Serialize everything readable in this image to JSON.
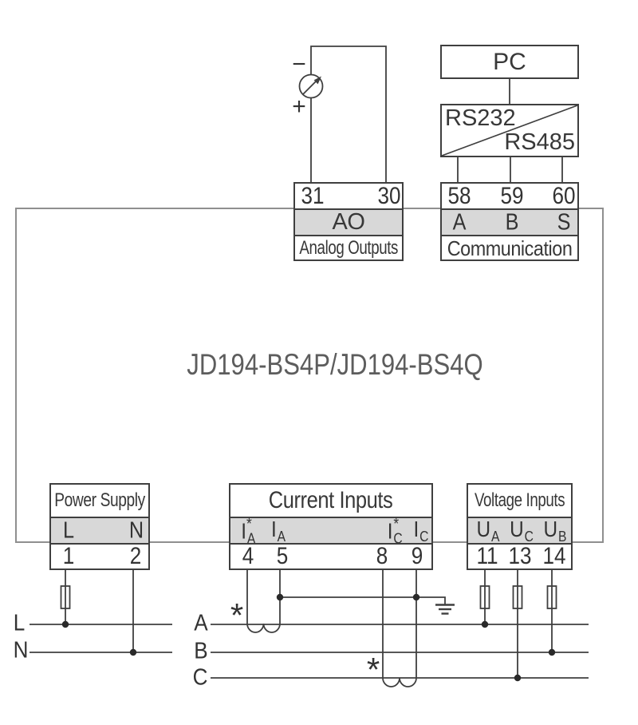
{
  "colors": {
    "line": "#3f3f3f",
    "device_border": "#8f8f8f",
    "gray_fill": "#d8d8d8",
    "text": "#383838",
    "device_text": "#5d5d5d",
    "background": "#ffffff"
  },
  "icons": {
    "meter": "analog-meter-icon",
    "ground": "earth-ground-icon",
    "fuse": "fuse-icon",
    "current_transformer": "current-transformer-icon",
    "junction": "junction-dot"
  },
  "device": {
    "label": "JD194-BS4P/JD194-BS4Q"
  },
  "analog_outputs": {
    "terminals": [
      "31",
      "30"
    ],
    "code": "AO",
    "name": "Analog Outputs",
    "meter": {
      "minus": "−",
      "plus": "+"
    }
  },
  "communication": {
    "pc": "PC",
    "rs232": "RS232",
    "rs485": "RS485",
    "terminals": [
      "58",
      "59",
      "60"
    ],
    "letters": [
      "A",
      "B",
      "S"
    ],
    "name": "Communication"
  },
  "power_supply": {
    "title": "Power Supply",
    "letters": [
      "L",
      "N"
    ],
    "terminals": [
      "1",
      "2"
    ]
  },
  "current_inputs": {
    "title": "Current Inputs",
    "labels": [
      {
        "base": "I",
        "sub": "A",
        "sup": "*"
      },
      {
        "base": "I",
        "sub": "A",
        "sup": ""
      },
      {
        "base": "I",
        "sub": "C",
        "sup": "*"
      },
      {
        "base": "I",
        "sub": "C",
        "sup": ""
      }
    ],
    "terminals": [
      "4",
      "5",
      "8",
      "9"
    ]
  },
  "voltage_inputs": {
    "title": "Voltage Inputs",
    "labels": [
      {
        "base": "U",
        "sub": "A"
      },
      {
        "base": "U",
        "sub": "C"
      },
      {
        "base": "U",
        "sub": "B"
      }
    ],
    "terminals": [
      "11",
      "13",
      "14"
    ]
  },
  "feeders": {
    "phase_l": "L",
    "neutral": "N",
    "phase_a": "A",
    "phase_b": "B",
    "phase_c": "C",
    "ct_polarity_marks": [
      "*",
      "*"
    ]
  }
}
